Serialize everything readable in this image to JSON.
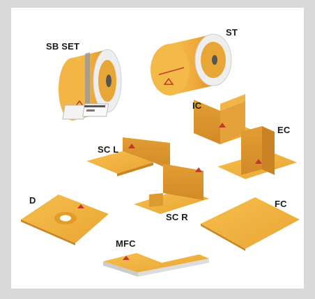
{
  "colors": {
    "page_background": "#d9d9d9",
    "frame_background": "#ffffff",
    "membrane_orange": "#f0b13c",
    "membrane_dark": "#d8942a",
    "label_text": "#1a1a1a"
  },
  "products": [
    {
      "id": "sb-set",
      "label": "SB SET"
    },
    {
      "id": "st",
      "label": "ST"
    },
    {
      "id": "ic",
      "label": "IC"
    },
    {
      "id": "ec",
      "label": "EC"
    },
    {
      "id": "sc-l",
      "label": "SC L"
    },
    {
      "id": "sc-r",
      "label": "SC R"
    },
    {
      "id": "d",
      "label": "D"
    },
    {
      "id": "fc",
      "label": "FC"
    },
    {
      "id": "mfc",
      "label": "MFC"
    }
  ]
}
